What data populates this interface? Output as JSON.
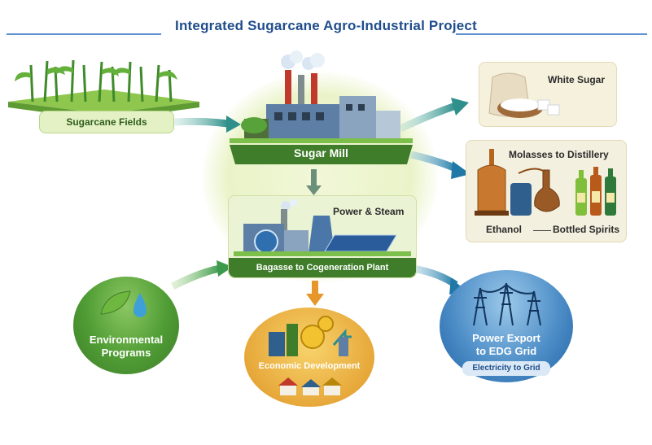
{
  "title": "Integrated Sugarcane Agro-Industrial Project",
  "nodes": {
    "sugarcane_fields": "Sugarcane Fields",
    "sugar_mill": "Sugar Mill",
    "white_sugar": "White Sugar",
    "molasses": "Molasses to Distillery",
    "ethanol": "Ethanol",
    "bottled_spirits": "Bottled Spirits",
    "power_steam": "Power & Steam",
    "bagasse": "Bagasse to Cogeneration Plant",
    "environmental_line1": "Environmental",
    "environmental_line2": "Programs",
    "economic": "Economic Development",
    "power_export_line1": "Power Export",
    "power_export_line2": "to EDG Grid",
    "electricity": "Electricity to Grid"
  },
  "colors": {
    "title": "#1f4d8c",
    "green_banner": "#3f7d2a",
    "blue_panel": "#1f63a6",
    "arrow_teal": "#2f8f8a",
    "arrow_orange": "#e7972a"
  }
}
